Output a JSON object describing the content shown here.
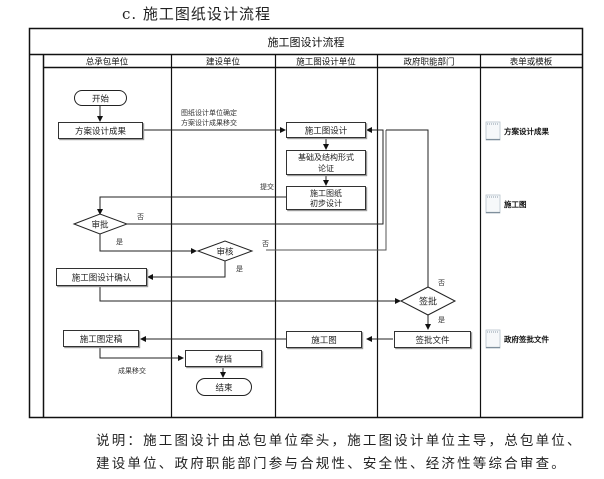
{
  "heading": "c. 施工图纸设计流程",
  "diagram": {
    "title": "施工图设计流程",
    "lanes": [
      {
        "id": "contractor",
        "label": "总承包单位"
      },
      {
        "id": "owner",
        "label": "建设单位"
      },
      {
        "id": "designer",
        "label": "施工图设计单位"
      },
      {
        "id": "government",
        "label": "政府职能部门"
      },
      {
        "id": "forms",
        "label": "表单或模板"
      }
    ],
    "nodes": {
      "start": "开始",
      "scheme_result": "方案设计成果",
      "cd_design": "施工图设计",
      "foundation_l1": "基础及结构形式",
      "foundation_l2": "论证",
      "prelim_l1": "施工图纸",
      "prelim_l2": "初步设计",
      "approve": "审批",
      "review": "审核",
      "cd_confirm": "施工图设计确认",
      "sign_approve": "签批",
      "sign_doc": "签批文件",
      "cd_drawing": "施工图",
      "cd_final": "施工图定稿",
      "archive": "存档",
      "end": "结束"
    },
    "edge_labels": {
      "handover_l1": "图纸设计单位确定",
      "handover_l2": "方案设计成果移交",
      "submit": "提交",
      "approve_no": "否",
      "approve_yes": "是",
      "review_no": "否",
      "review_yes": "是",
      "sign_no": "否",
      "sign_yes": "是",
      "result_transfer": "成果移交"
    },
    "forms": [
      {
        "icon": "notepad-icon",
        "label": "方案设计成果"
      },
      {
        "icon": "notepad-icon",
        "label": "施工图"
      },
      {
        "icon": "notepad-icon",
        "label": "政府签批文件"
      }
    ]
  },
  "note": {
    "line1": "说明：施工图设计由总包单位牵头，施工图设计单位主导，总包单位、",
    "line2": "建设单位、政府职能部门参与合规性、安全性、经济性等综合审查。"
  }
}
